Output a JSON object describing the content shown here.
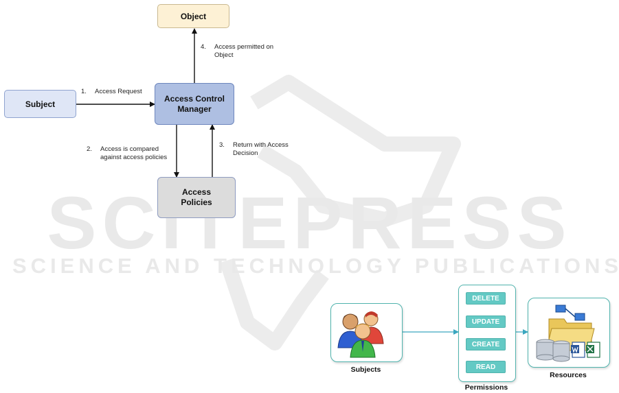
{
  "watermark": {
    "main": "SCITEPRESS",
    "sub": "SCIENCE AND TECHNOLOGY PUBLICATIONS"
  },
  "top_diagram": {
    "object": "Object",
    "subject": "Subject",
    "manager": "Access Control Manager",
    "policies": "Access Policies",
    "steps": [
      {
        "num": "1.",
        "text": "Access Request"
      },
      {
        "num": "2.",
        "text": "Access is compared against access policies"
      },
      {
        "num": "3.",
        "text": "Return with Access Decision"
      },
      {
        "num": "4.",
        "text": "Access permitted on Object"
      }
    ]
  },
  "bottom_diagram": {
    "subjects_caption": "Subjects",
    "permissions_caption": "Permissions",
    "resources_caption": "Resources",
    "permissions": [
      "DELETE",
      "UPDATE",
      "CREATE",
      "READ"
    ]
  },
  "colors": {
    "object": "#fdf1d5",
    "subject": "#dfe6f6",
    "manager": "#aebfe2",
    "policies": "#dcdcdc",
    "teal": "#63c9c4",
    "arrow": "#111111"
  }
}
